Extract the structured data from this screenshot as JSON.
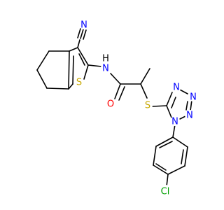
{
  "molecule": {
    "atoms": {
      "N_nitrile": "N",
      "N_amide": "N",
      "H_amide": "H",
      "S_thiophene": "S",
      "O_carbonyl": "O",
      "S_thioether": "S",
      "N_tz1": "N",
      "N_tz2": "N",
      "N_tz3": "N",
      "N_tz4": "N",
      "Cl": "Cl"
    },
    "colors": {
      "bond": "#000000",
      "nitrogen": "#0000ff",
      "sulfur": "#c8a800",
      "oxygen": "#ff0000",
      "chlorine": "#00a000",
      "hydrogen": "#000000",
      "background": "#ffffff"
    }
  }
}
